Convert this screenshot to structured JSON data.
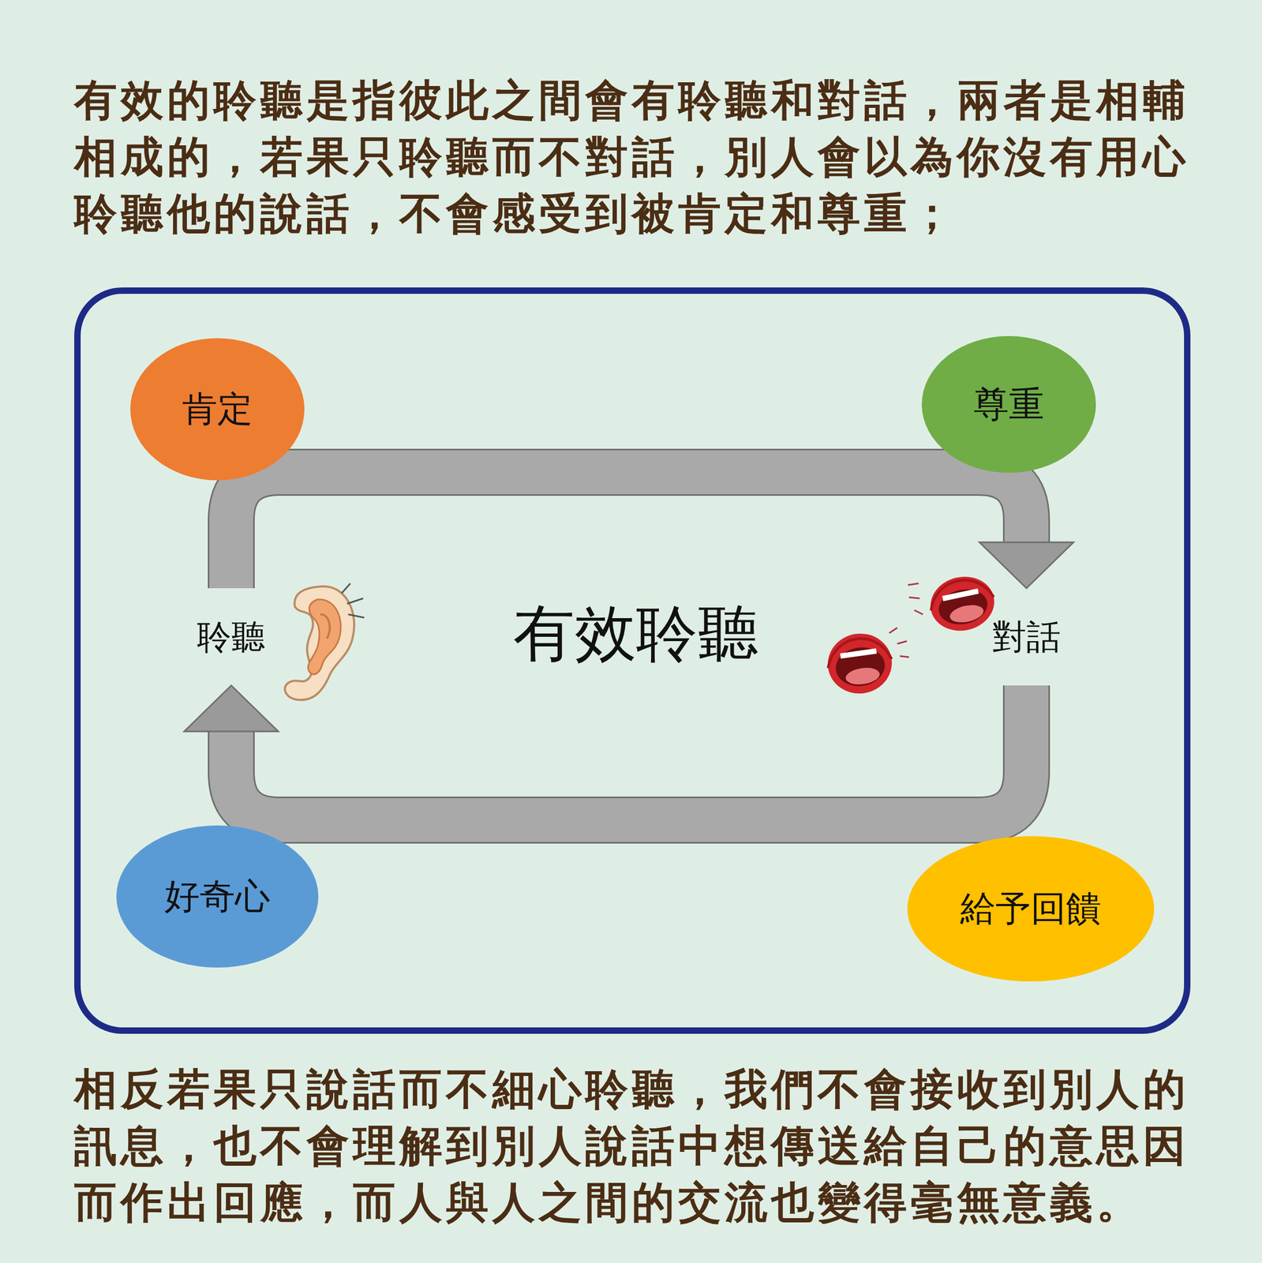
{
  "diagram": {
    "nodes": [
      {
        "text": [
          "有效聆聽"
        ]
      },
      {
        "text": [
          "肯定"
        ],
        "in": 0
      },
      {
        "text": [
          "尊重"
        ],
        "in": 0
      },
      {
        "text": [
          "聆聽"
        ],
        "in": 0
      },
      {
        "text": [
          "對話"
        ],
        "in": 0
      },
      {
        "text": [
          "好奇心"
        ],
        "in": 0
      },
      {
        "text": [
          "給予回饋"
        ],
        "in": 0
      }
    ],
    "edges": [
      {
        "from": 3,
        "to": 4,
        "arrow": "to"
      },
      {
        "from": 4,
        "to": 3,
        "arrow": "to"
      }
    ],
    "labels": [
      "有效的聆聽是指彼此之間會有聆聽和對話，兩者是相輔相成的，若果只聆聽而不對話，別人會以為你沒有用心聆聽他的說話，不會感受到被肯定和尊重；",
      "相反若果只說話而不細心聆聽，我們不會接收到別人的訊息，也不會理解到別人說話中想傳送給自己的意思因而作出回應，而人與人之間的交流也變得毫無意義。"
    ]
  }
}
